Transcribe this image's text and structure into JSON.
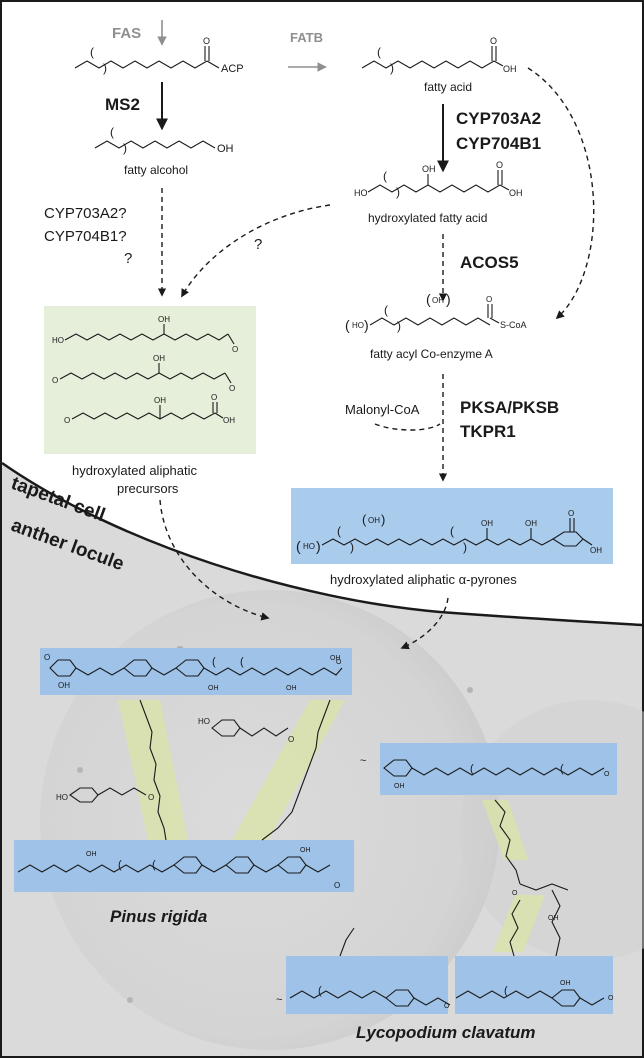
{
  "enzymes": {
    "fas": "FAS",
    "fatb": "FATB",
    "ms2": "MS2",
    "cyp703a2": "CYP703A2",
    "cyp704b1": "CYP704B1",
    "acos5": "ACOS5",
    "pksa_pksb": "PKSA/PKSB",
    "tkpr1": "TKPR1",
    "cyp703a2_q": "CYP703A2?",
    "cyp704b1_q": "CYP704B1?",
    "q1": "?",
    "q2": "?"
  },
  "compounds": {
    "acp": "ACP",
    "oh": "OH",
    "ho": "HO",
    "fatty_acid": "fatty acid",
    "fatty_alcohol": "fatty alcohol",
    "hydroxylated_fatty_acid": "hydroxylated fatty acid",
    "fatty_acyl_coa": "fatty acyl Co-enzyme A",
    "scoa": "S-CoA",
    "malonyl_coa": "Malonyl-CoA",
    "aliphatic_precursors_line1": "hydroxylated aliphatic",
    "aliphatic_precursors_line2": "precursors",
    "pyrones_prefix": "hydroxylated aliphatic ",
    "pyrones_alpha": "α",
    "pyrones_suffix": "-pyrones"
  },
  "regions": {
    "tapetal_cell": "tapetal cell",
    "anther_locule": "anther locule"
  },
  "species": {
    "pinus": "Pinus rigida",
    "lycopodium": "Lycopodium clavatum"
  },
  "colors": {
    "green_box": "#e6efd9",
    "blue_box": "#a9cbec",
    "blue_strip": "#9ec2e8",
    "yellow_tint": "#d9e4a6",
    "locule_bg": "#d7d7d7",
    "gray_text": "#8f8f8f"
  }
}
